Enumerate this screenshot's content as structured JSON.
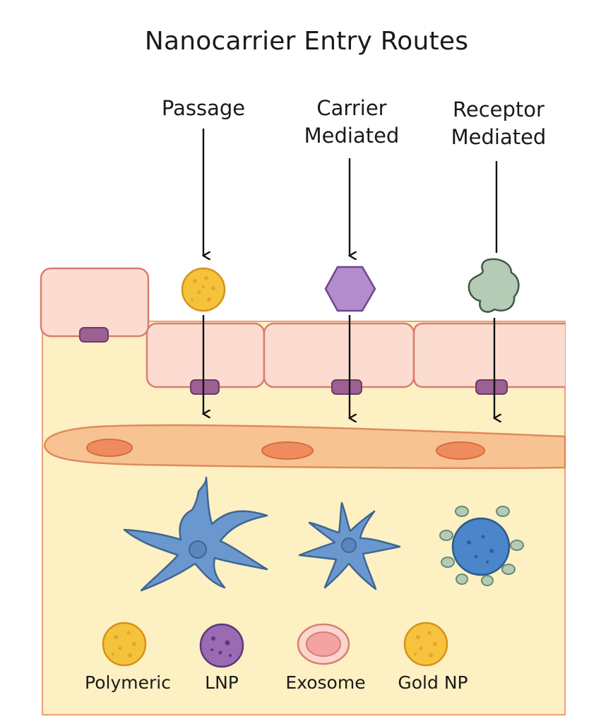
{
  "title": "Nanocarrier Entry Routes",
  "routes": [
    {
      "label_line1": "Passage",
      "label_line2": ""
    },
    {
      "label_line1": "Carrier",
      "label_line2": "Mediated"
    },
    {
      "label_line1": "Receptor",
      "label_line2": "Mediated"
    }
  ],
  "legend": [
    {
      "label": "Polymeric"
    },
    {
      "label": "LNP"
    },
    {
      "label": "Exosome"
    },
    {
      "label": "Gold NP"
    }
  ],
  "colors": {
    "tissue": "#fdf0c2",
    "tissue_border": "#e08a62",
    "endothelial_cell": "#fcdcd0",
    "endothelial_border": "#d77f70",
    "transporter": "#9c6192",
    "vessel": "#f7c392",
    "vessel_nucleus": "#ef8c5d",
    "astrocyte": "#6b97cf",
    "astrocyte_border": "#3d6694",
    "polymeric_np": "#f5c23b",
    "lnp": "#9a6bb2",
    "exosome": "#f4a3a5",
    "gold_np": "#f7c33e",
    "receptor_ligand": "#b5cbb5"
  },
  "icons": [
    "polymeric-nanoparticle-icon",
    "lnp-hexagon-icon",
    "receptor-ligand-icon",
    "astrocyte-icon",
    "microglia-icon",
    "exosome-icon",
    "gold-nanoparticle-icon"
  ]
}
